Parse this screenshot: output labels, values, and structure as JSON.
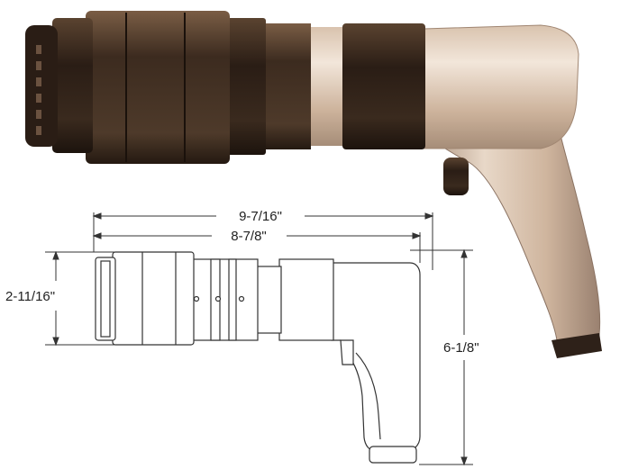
{
  "dimensions": {
    "overall_length": "9-7/16\"",
    "body_length": "8-7/8\"",
    "body_height": "2-11/16\"",
    "overall_height": "6-1/8\""
  },
  "colors": {
    "collet_dark": "#2a1d15",
    "collet_mid": "#4a3626",
    "aluminum_light": "#e6d5c4",
    "aluminum_mid": "#c7ad96",
    "aluminum_shadow": "#9c8470",
    "line": "#333333"
  }
}
